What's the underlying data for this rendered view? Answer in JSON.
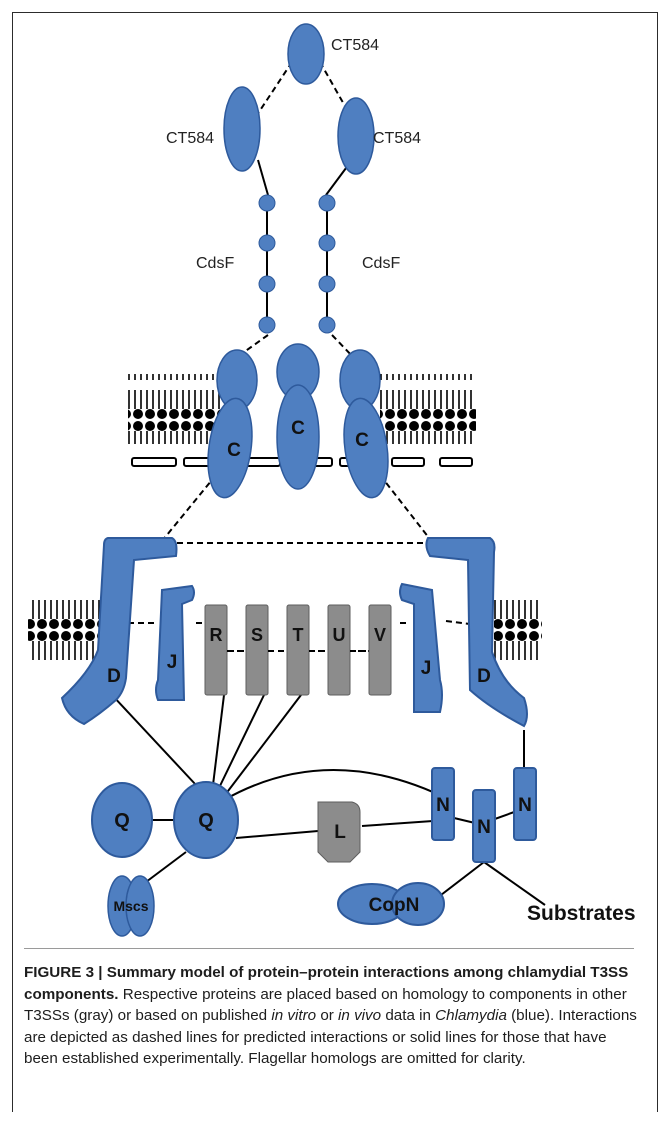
{
  "figure": {
    "labels": {
      "ct584_top": "CT584",
      "ct584_left": "CT584",
      "ct584_right": "CT584",
      "cdsf_left": "CdsF",
      "cdsf_right": "CdsF",
      "c": "C",
      "d": "D",
      "j": "J",
      "r": "R",
      "s": "S",
      "t": "T",
      "u": "U",
      "v": "V",
      "q": "Q",
      "l": "L",
      "n": "N",
      "mscs": "Mscs",
      "copn": "CopN",
      "substrates": "Substrates"
    },
    "colors": {
      "blue": "#4f7fc1",
      "blue_dark": "#2e5a9c",
      "gray": "#8c8c8c",
      "gray_dark": "#5e5e5e",
      "line": "#000000"
    }
  },
  "caption": {
    "title": "FIGURE 3 | Summary model of protein–protein interactions among chlamydial T3SS components.",
    "seg1": " Respective proteins are placed based on homology to components in other T3SSs (gray) or based on published ",
    "em1": "in vitro",
    "seg2": " or ",
    "em2": "in vivo",
    "seg3": " data in ",
    "em3": "Chlamydia",
    "seg4": " (blue). Interactions are depicted as dashed lines for predicted interactions or solid lines for those that have been established experimentally. Flagellar homologs are omitted for clarity."
  }
}
